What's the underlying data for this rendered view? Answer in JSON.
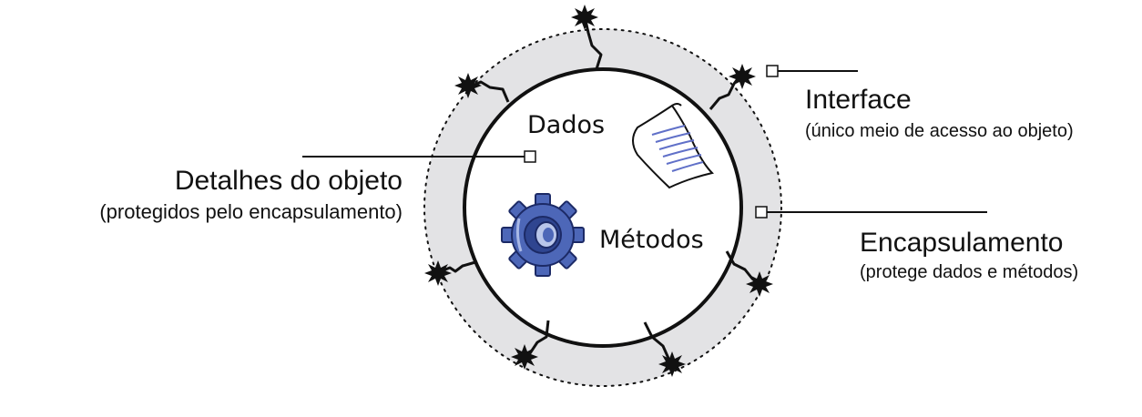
{
  "labels": {
    "dados": "Dados",
    "metodos": "Métodos",
    "interface_title": "Interface",
    "interface_sub": "(único meio de acesso ao objeto)",
    "encapsulamento_title": "Encapsulamento",
    "encapsulamento_sub": "(protege dados e métodos)",
    "detalhes_title": "Detalhes do objeto",
    "detalhes_sub": "(protegidos pelo encapsulamento)"
  },
  "colors": {
    "ring_fill": "#e3e3e5",
    "outline": "#111111",
    "gear": "#4d67b8",
    "paper_lines": "#6070c8"
  },
  "icons": [
    "spark-icon",
    "gear-icon",
    "document-icon"
  ]
}
